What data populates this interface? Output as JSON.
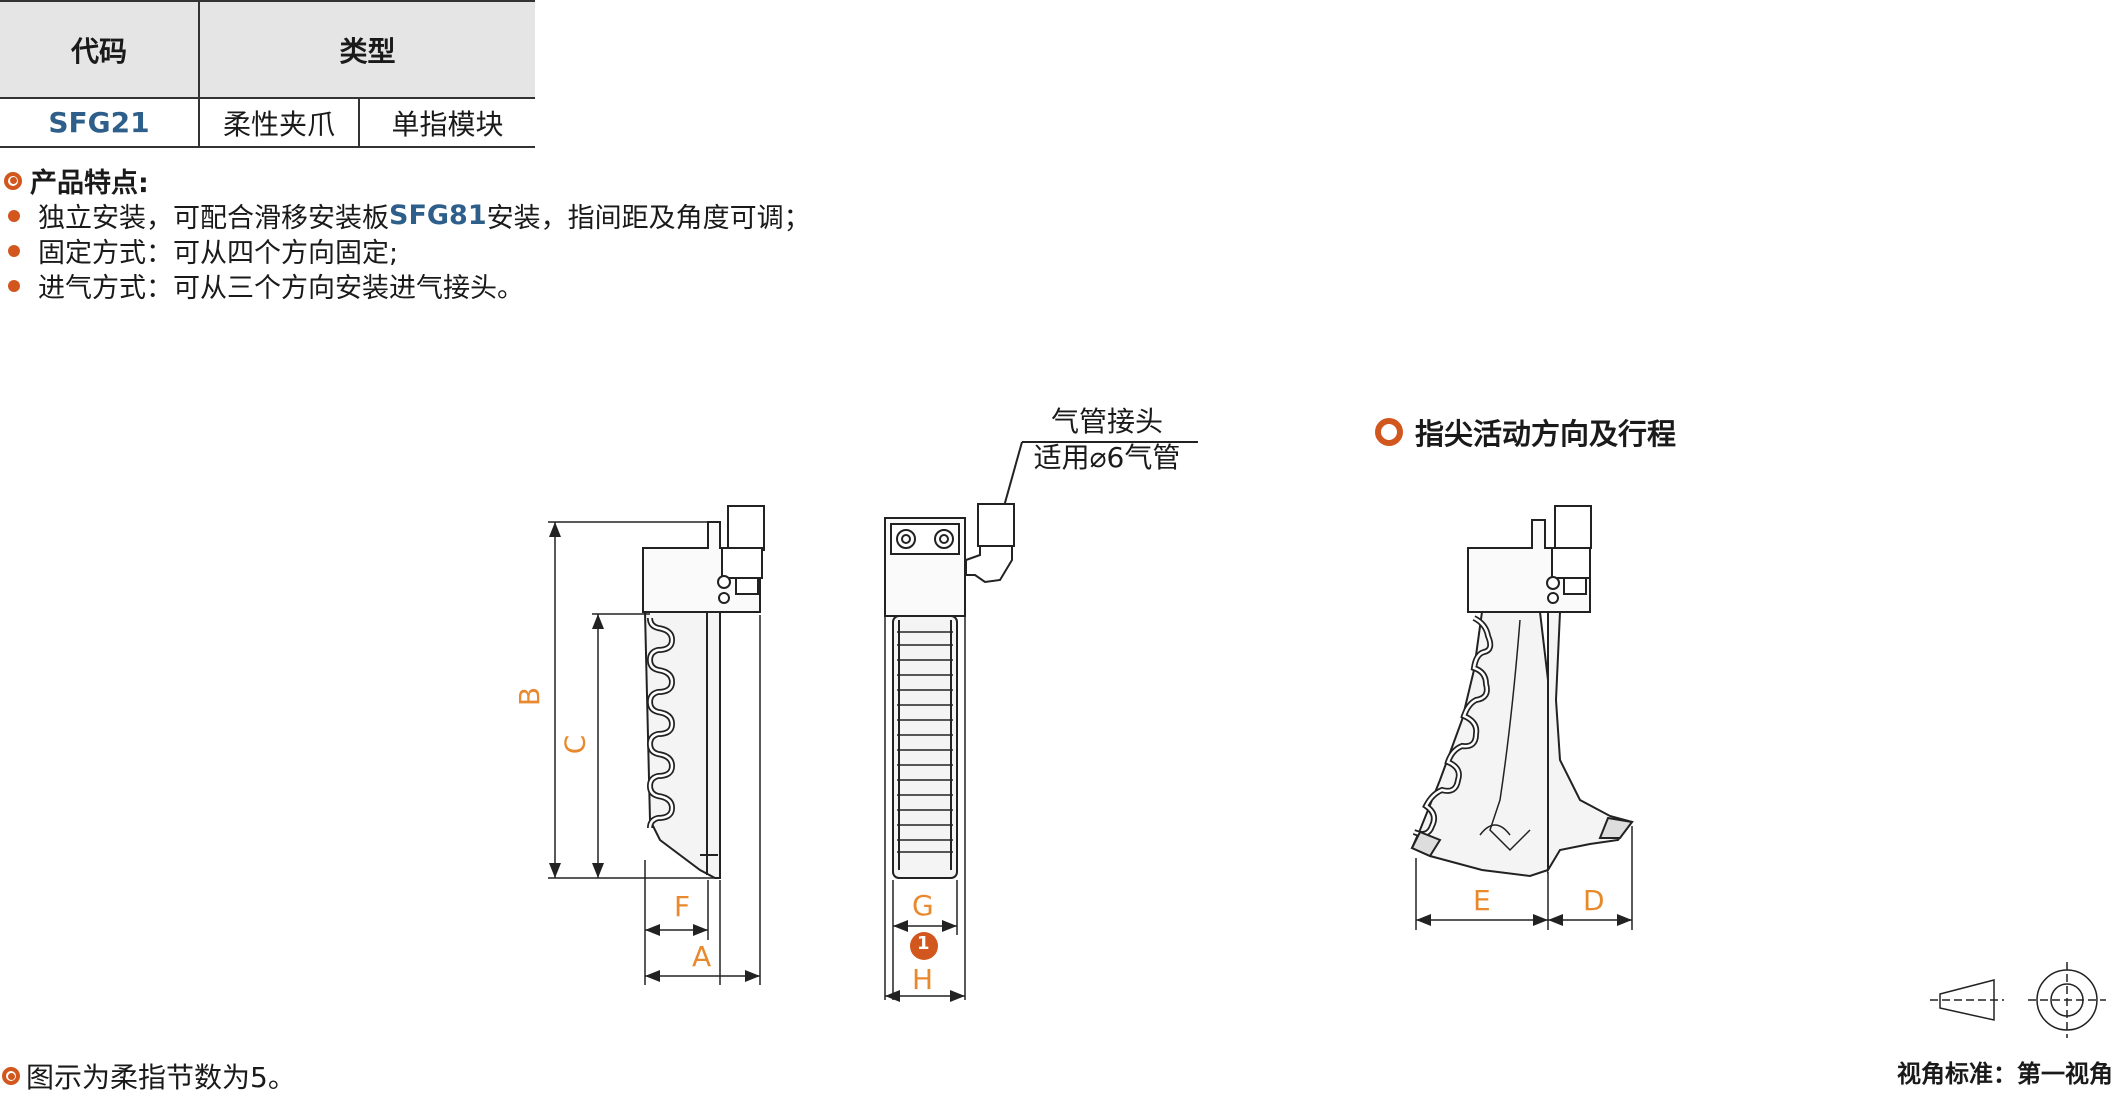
{
  "table": {
    "header_code": "代码",
    "header_type": "类型",
    "code": "SFG21",
    "type1": "柔性夹爪",
    "type2": "单指模块"
  },
  "features": {
    "title": "产品特点:",
    "item1_a": "独立安装，可配合滑移安装板",
    "item1_highlight": "SFG81",
    "item1_b": "安装，指间距及角度可调；",
    "item2": "固定方式：可从四个方向固定;",
    "item3": "进气方式：可从三个方向安装进气接头。"
  },
  "fitting_label": {
    "line1": "气管接头",
    "line2": "适用⌀6气管"
  },
  "section2_title": "指尖活动方向及行程",
  "dimensions": {
    "A": "A",
    "B": "B",
    "C": "C",
    "D": "D",
    "E": "E",
    "F": "F",
    "G": "G",
    "H": "H",
    "callout": "1"
  },
  "note": "图示为柔指节数为5。",
  "view_standard": "视角标准：第一视角",
  "colors": {
    "accent": "#d2571e",
    "dim": "#e8892e",
    "code": "#2e5f8a"
  }
}
